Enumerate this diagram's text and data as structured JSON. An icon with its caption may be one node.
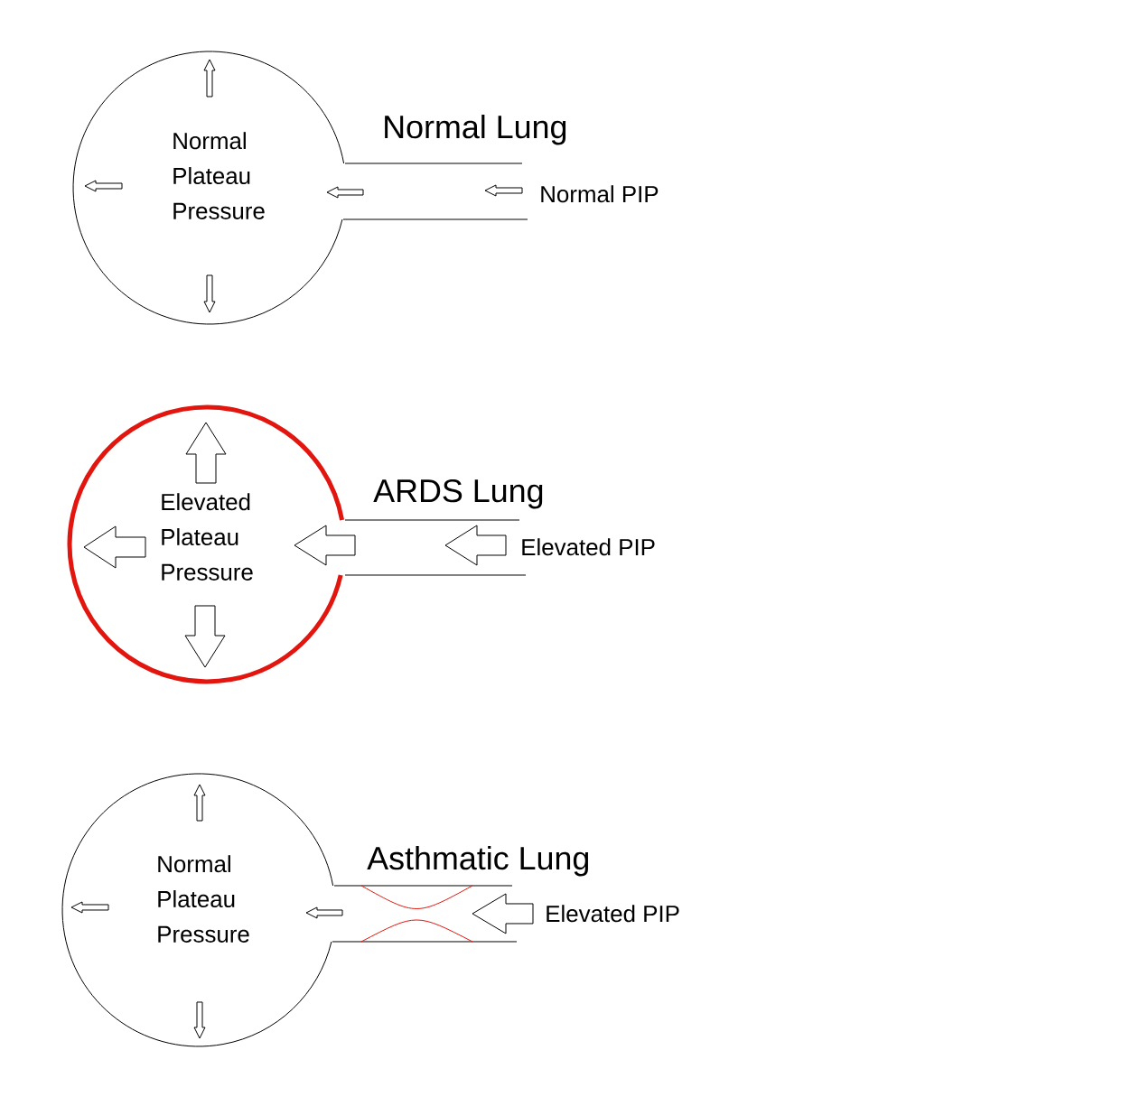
{
  "diagram": {
    "nodes": [
      {
        "text": [
          "Normal Plateau Pressure"
        ],
        "beside": [
          "Normal Lung",
          "Normal PIP"
        ]
      },
      {
        "text": [
          "Elevated Plateau Pressure"
        ],
        "beside": [
          "ARDS Lung",
          "Elevated PIP"
        ]
      },
      {
        "text": [
          "Normal Plateau Pressure"
        ],
        "beside": [
          "Asthmatic Lung",
          "Elevated PIP"
        ]
      }
    ]
  }
}
